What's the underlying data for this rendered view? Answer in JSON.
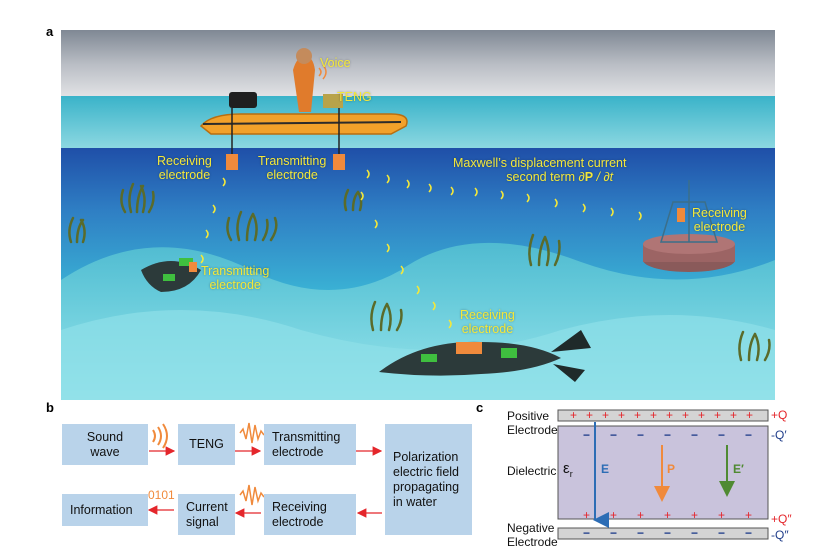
{
  "panels": {
    "a": "a",
    "b": "b",
    "c": "c"
  },
  "scene": {
    "voice": "Voice",
    "teng": "TENG",
    "receiving_electrode_boat_1": "Receiving",
    "receiving_electrode_boat_2": "electrode",
    "transmitting_electrode_boat_1": "Transmitting",
    "transmitting_electrode_boat_2": "electrode",
    "maxwell_1": "Maxwell’s displacement current",
    "maxwell_2_prefix": "second term ∂",
    "maxwell_2_bold": "P",
    "maxwell_2_suffix": " / ∂t",
    "receiving_electrode_buoy_1": "Receiving",
    "receiving_electrode_buoy_2": "electrode",
    "transmitting_electrode_diver_1": "Transmitting",
    "transmitting_electrode_diver_2": "electrode",
    "receiving_electrode_diver_1": "Receiving",
    "receiving_electrode_diver_2": "electrode"
  },
  "flow": {
    "sound_wave_1": "Sound",
    "sound_wave_2": "wave",
    "teng": "TENG",
    "transmitting_1": "Transmitting",
    "transmitting_2": "electrode",
    "polarization_1": "Polarization",
    "polarization_2": "electric field",
    "polarization_3": "propagating",
    "polarization_4": "in water",
    "receiving_1": "Receiving",
    "receiving_2": "electrode",
    "current_1": "Current",
    "current_2": "signal",
    "binary": "0101",
    "information": "Information"
  },
  "capacitor": {
    "positive_1": "Positive",
    "positive_2": "Electrode",
    "dielectric": "Dielectric",
    "epsilon": "ε",
    "epsilon_sub": "r",
    "negative_1": "Negative",
    "negative_2": "Electrode",
    "plus_q": "+Q",
    "minus_q_prime": "-Q′",
    "plus_q_dprime": "+Q″",
    "minus_q_dprime": "-Q″",
    "field_e": "E",
    "field_p": "P",
    "field_e_prime": "E′",
    "plus_sign": "+",
    "minus_sign": "−"
  },
  "colors": {
    "box_fill": "#b9d3ea",
    "arrow_red": "#e4262b",
    "field_blue": "#2d6db5",
    "field_orange": "#f08a3c",
    "field_green": "#4f8a32",
    "scene_text": "#f4e83a",
    "minus_blue": "#1f3d8a"
  }
}
